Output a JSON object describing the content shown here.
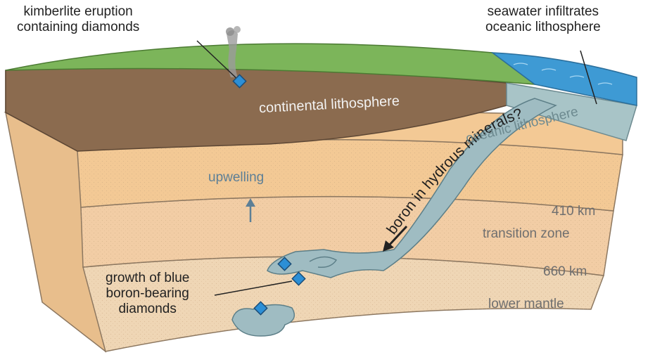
{
  "labels": {
    "kimberlite_line1": "kimberlite eruption",
    "kimberlite_line2": "containing diamonds",
    "seawater_line1": "seawater infiltrates",
    "seawater_line2": "oceanic lithosphere",
    "continental": "continental lithosphere",
    "slab_text": "boron in hydrous minerals?",
    "oceanic": "oceanic lithosphere",
    "upwelling": "upwelling",
    "depth_410": "410 km",
    "transition": "transition zone",
    "depth_660": "660 km",
    "lower_mantle": "lower mantle",
    "growth_line1": "growth of blue",
    "growth_line2": "boron-bearing",
    "growth_line3": "diamonds"
  },
  "colors": {
    "surface_green": "#7cb55a",
    "ocean_blue": "#3e9ad4",
    "continental_brown": "#8b6b4f",
    "upper_mantle": "#f3c995",
    "transition_zone": "#f2cda5",
    "lower_mantle": "#efd6b5",
    "slab_blue_grey": "#9fbcc2",
    "diamond_blue": "#2c8fd6"
  }
}
